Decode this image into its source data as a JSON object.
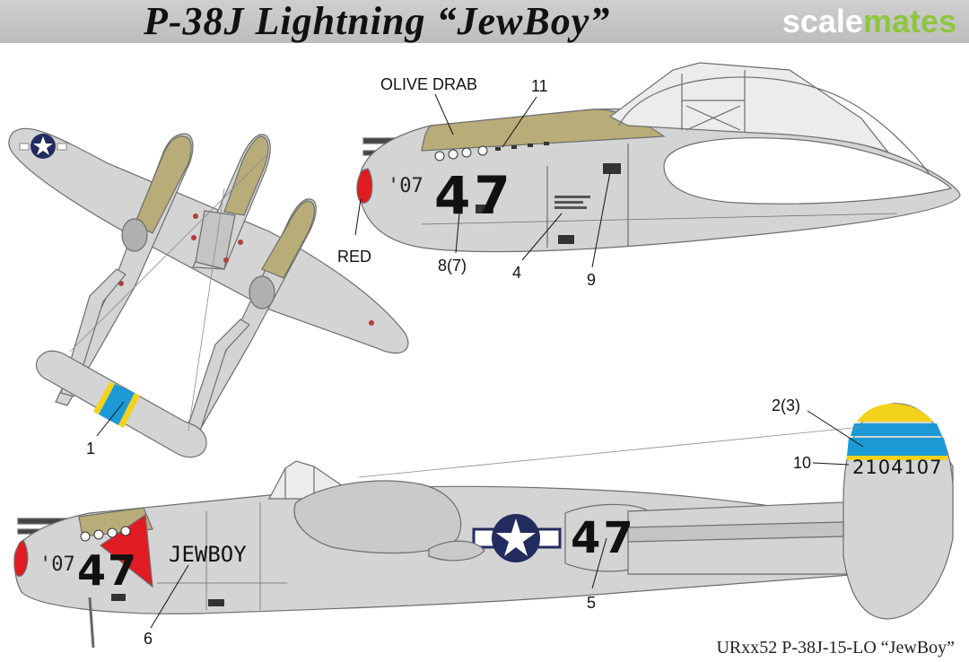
{
  "header": {
    "title": "P-38J Lightning “JewBoy”",
    "brand_part1": "scale",
    "brand_part2": "mates"
  },
  "callouts": {
    "olive_drab": "OLIVE DRAB",
    "red": "RED",
    "c11": "11",
    "c8_7": "8(7)",
    "c4": "4",
    "c9": "9",
    "c1": "1",
    "c2_3": "2(3)",
    "c10": "10",
    "c5": "5",
    "c6": "6"
  },
  "markings": {
    "code_small": "'07",
    "number": "47",
    "serial": "2104107",
    "nose_art": "JEWBOY"
  },
  "caption": "URxx52 P-38J-15-LO “JewBoy”",
  "colors": {
    "airframe": "#d4d4d4",
    "olive_drab": "#b8ad78",
    "red": "#e11b22",
    "blue_band": "#1b9ad6",
    "yellow_band": "#f2d21b",
    "roundel_blue": "#232c5e"
  }
}
